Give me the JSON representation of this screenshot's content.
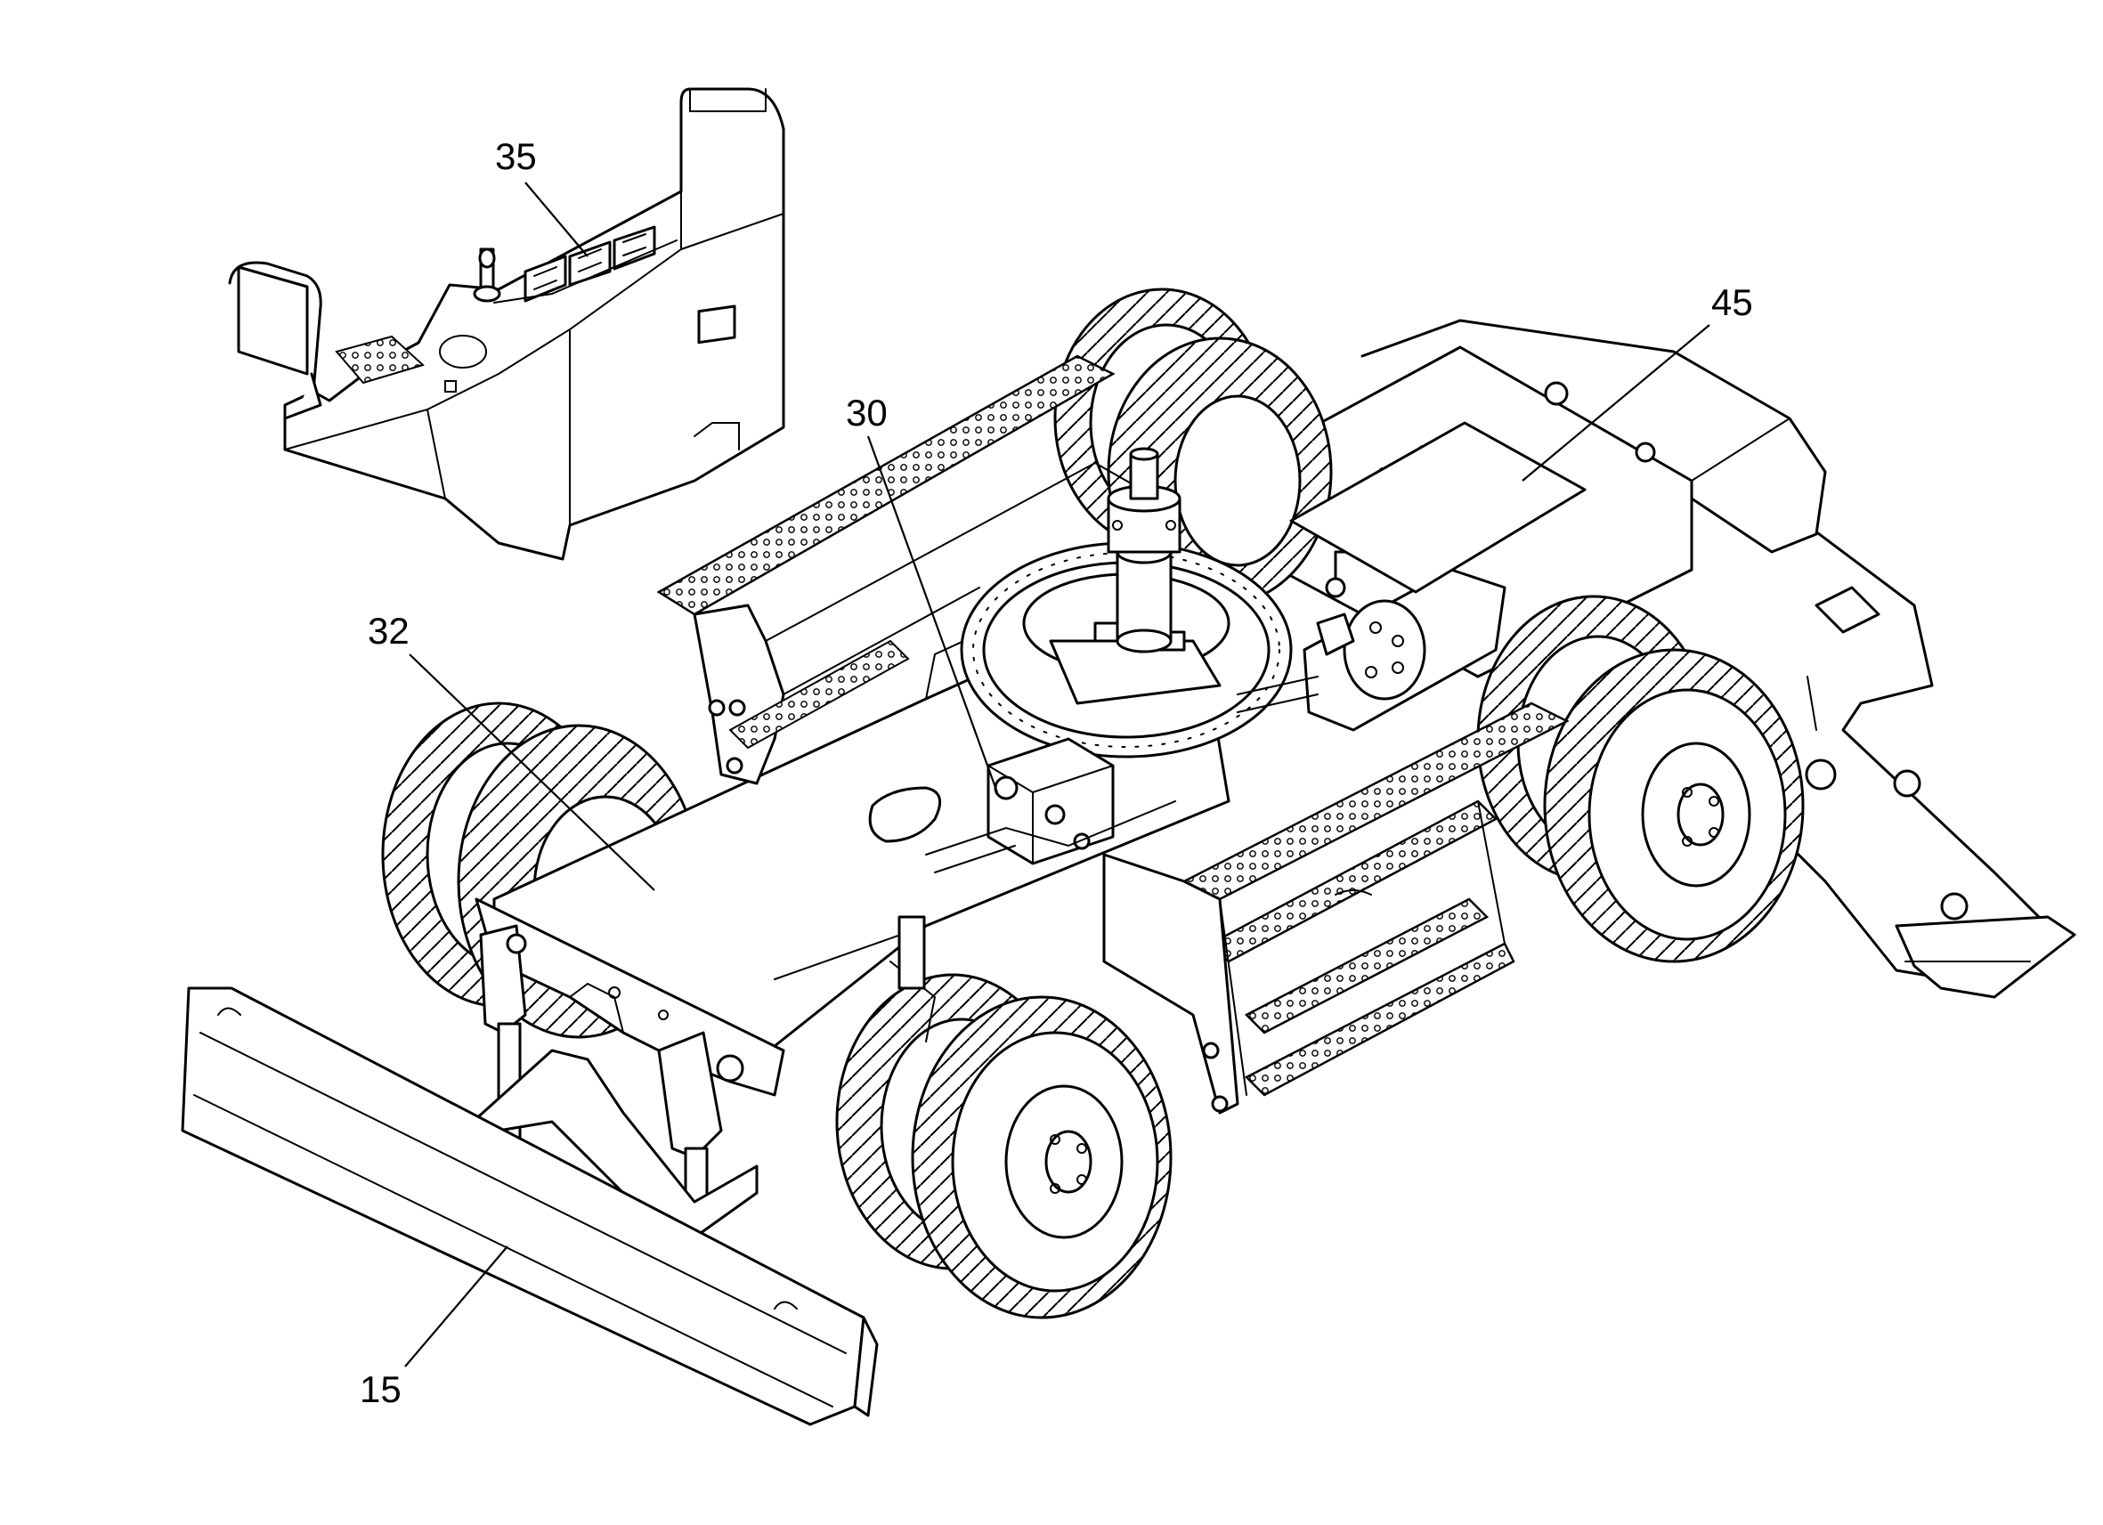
{
  "callouts": {
    "c15": "15",
    "c30": "30",
    "c32": "32",
    "c35": "35",
    "c45": "45"
  }
}
